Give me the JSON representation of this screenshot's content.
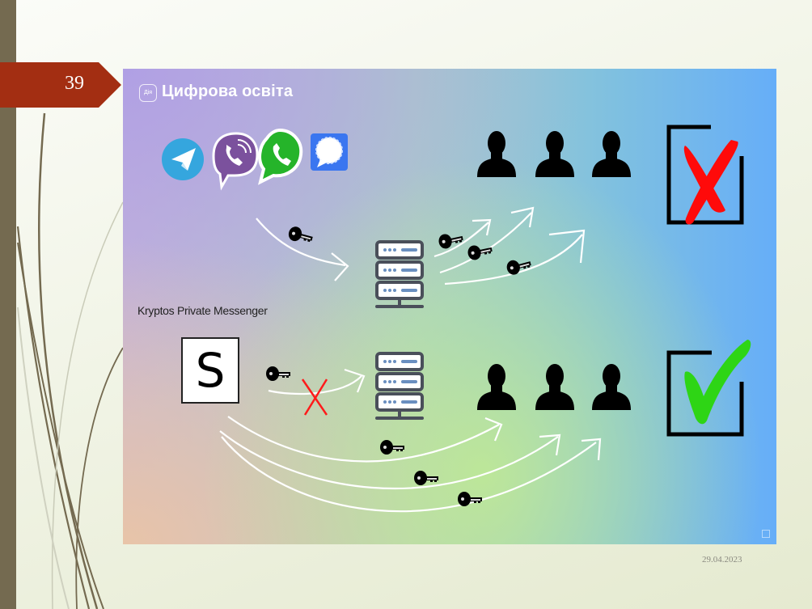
{
  "slide": {
    "number": "39",
    "date": "29.04.2023",
    "colors": {
      "left_bar": "#746a50",
      "number_banner": "#a32e12",
      "reject_mark": "#ff0a0a",
      "accept_mark": "#2ed515"
    }
  },
  "panel": {
    "logo_text": "Дія",
    "title": "Цифрова освіта",
    "top_row": {
      "apps": [
        {
          "name": "Telegram",
          "icon": "telegram-icon",
          "color": "#35a6de"
        },
        {
          "name": "Viber",
          "icon": "viber-icon",
          "color": "#7b519d"
        },
        {
          "name": "WhatsApp",
          "icon": "whatsapp-icon",
          "color": "#25b42a"
        },
        {
          "name": "Signal",
          "icon": "signal-icon",
          "color": "#3a76f0"
        }
      ],
      "recipients": 3,
      "result": "rejected"
    },
    "bottom_row": {
      "label": "Kryptos Private Messenger",
      "app_icon": "kryptos-logo-icon",
      "app_glyph": "S",
      "recipients": 3,
      "result": "accepted"
    }
  }
}
